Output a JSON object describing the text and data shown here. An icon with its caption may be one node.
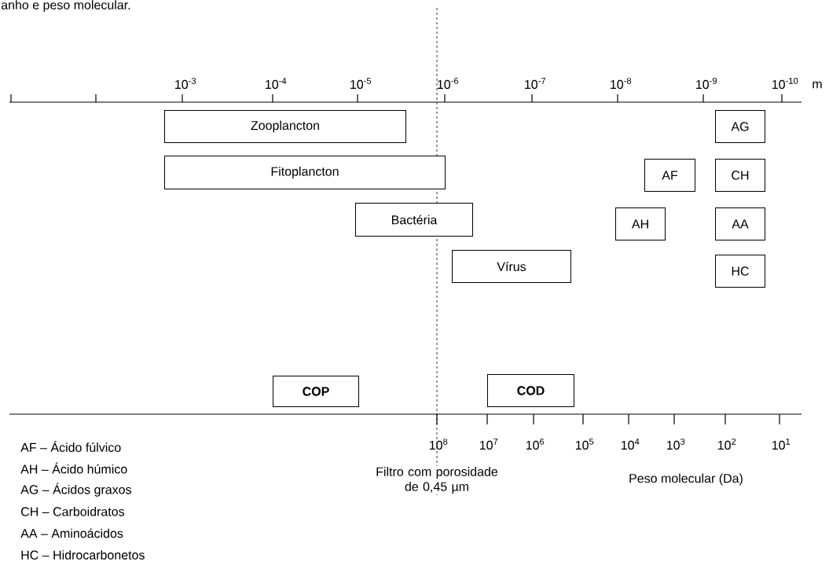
{
  "diagram": {
    "nodes": [
      {
        "text": [
          "Zooplancton"
        ]
      },
      {
        "text": [
          "AG"
        ]
      },
      {
        "text": [
          "Fitoplancton"
        ]
      },
      {
        "text": [
          "AF"
        ]
      },
      {
        "text": [
          "CH"
        ]
      },
      {
        "text": [
          "Bactéria"
        ]
      },
      {
        "text": [
          "AH"
        ]
      },
      {
        "text": [
          "AA"
        ]
      },
      {
        "text": [
          "Vírus"
        ]
      },
      {
        "text": [
          "HC"
        ]
      },
      {
        "text": [
          "COP"
        ]
      },
      {
        "text": [
          "COD"
        ]
      }
    ],
    "labels": [
      "anho e peso molecular.",
      "10$^{-3}$",
      "10$^{-4}$",
      "10$^{-5}$",
      "10$^{-6}$",
      "10$^{-7}$",
      "10$^{-8}$",
      "10$^{-9}$",
      "10$^{-10}$",
      "m",
      "AF – Ácido fúlvico",
      "10$^{8}$",
      "10$^{7}$",
      "10$^{6}$",
      "10$^{5}$",
      "10$^{4}$",
      "10$^{3}$",
      "10$^{2}$",
      "10$^{1}$",
      "AH – Ácido húmico",
      "Filtro com porosidade de 0,45 µm",
      "Peso molecular (Da)",
      "AG – Ácidos graxos",
      "CH – Carboidratos",
      "AA – Aminoácidos",
      "HC – Hidrocarbonetos"
    ]
  }
}
